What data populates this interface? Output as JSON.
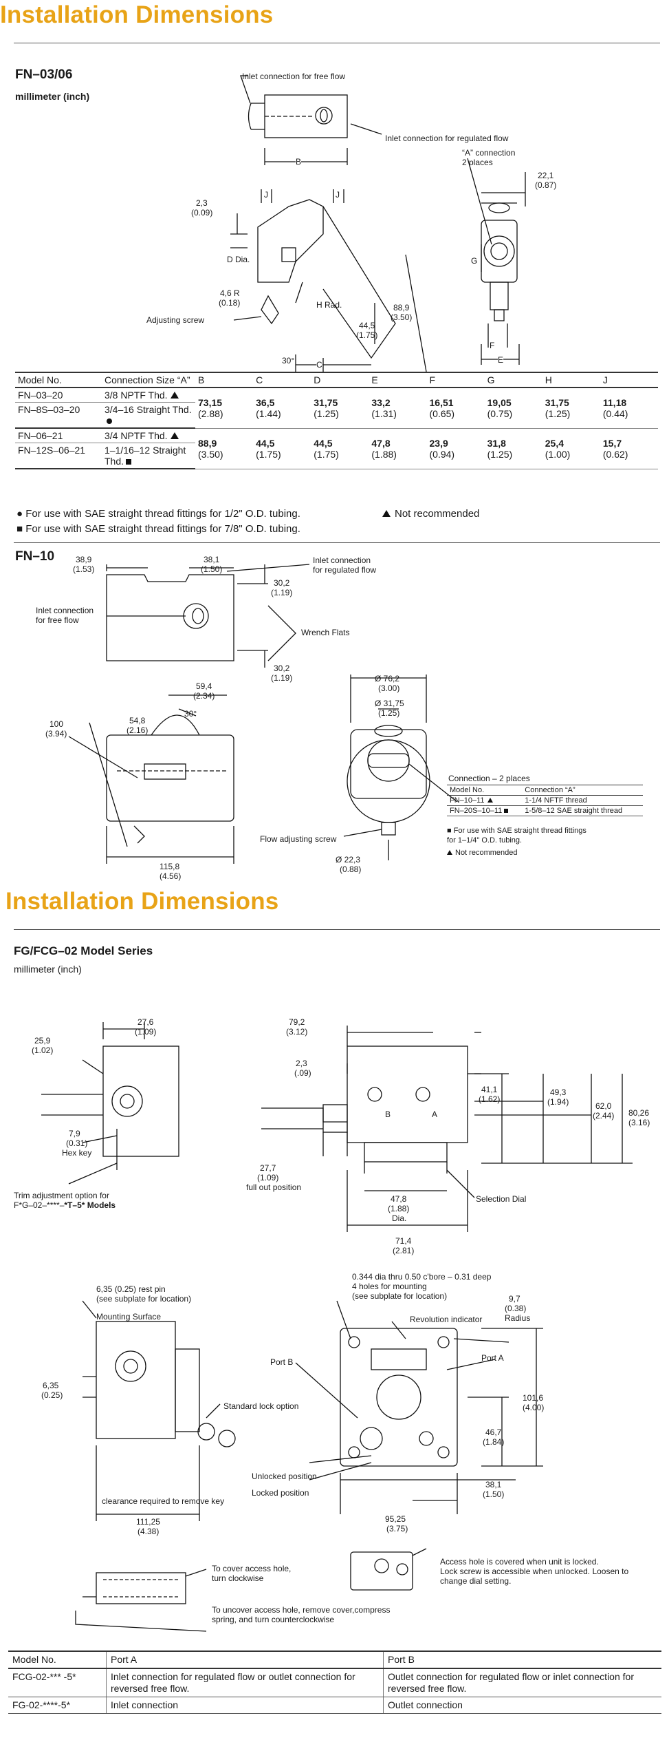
{
  "section1_title": "Installation Dimensions",
  "fn0306": {
    "title": "FN–03/06",
    "units": "millimeter (inch)",
    "labels": {
      "inlet_free": "Inlet connection for free flow",
      "inlet_regulated": "Inlet connection for regulated flow",
      "a_connection": "“A” connection",
      "two_places": "2 places",
      "adjusting_screw": "Adjusting screw",
      "d_dia": "D Dia.",
      "h_rad": "H Rad.",
      "dim_2_3": "2,3",
      "dim_0_09": "(0.09)",
      "dim_4_6r": "4,6 R",
      "dim_0_18": "(0.18)",
      "dim_44_5": "44,5",
      "dim_1_75": "(1.75)",
      "dim_88_9": "88,9",
      "dim_3_50": "(3.50)",
      "dim_22_1": "22,1",
      "dim_0_87": "(0.87)",
      "deg_30": "30°",
      "B": "B",
      "C": "C",
      "J": "J",
      "G": "G",
      "F": "F",
      "E": "E"
    },
    "table": {
      "headers": [
        "Model No.",
        "Connection Size “A”",
        "B",
        "C",
        "D",
        "E",
        "F",
        "G",
        "H",
        "J"
      ],
      "group1": {
        "row1_model": "FN–03–20",
        "row1_conn": "3/8 NPTF Thd.",
        "row2_model": "FN–8S–03–20",
        "row2_conn": "3/4–16 Straight Thd.",
        "values": [
          "73,15",
          "36,5",
          "31,75",
          "33,2",
          "16,51",
          "19,05",
          "31,75",
          "11,18"
        ],
        "inches": [
          "(2.88)",
          "(1.44)",
          "(1.25)",
          "(1.31)",
          "(0.65)",
          "(0.75)",
          "(1.25)",
          "(0.44)"
        ]
      },
      "group2": {
        "row1_model": "FN–06–21",
        "row1_conn": "3/4 NPTF Thd.",
        "row2_model": "FN–12S–06–21",
        "row2_conn": "1–1/16–12 Straight Thd.",
        "values": [
          "88,9",
          "44,5",
          "44,5",
          "47,8",
          "23,9",
          "31,8",
          "25,4",
          "15,7"
        ],
        "inches": [
          "(3.50)",
          "(1.75)",
          "(1.75)",
          "(1.88)",
          "(0.94)",
          "(1.25)",
          "(1.00)",
          "(0.62)"
        ]
      }
    },
    "notes": {
      "n1": "For use with SAE straight thread fittings for 1/2\" O.D. tubing.",
      "n2": "For use with SAE straight thread fittings for 7/8\" O.D. tubing.",
      "n3": "Not recommended"
    }
  },
  "fn10": {
    "title": "FN–10",
    "labels": {
      "dim_38_9": "38,9",
      "dim_1_53": "(1.53)",
      "dim_38_1": "38,1",
      "dim_1_50": "(1.50)",
      "inlet_regulated": "Inlet connection",
      "inlet_regulated2": "for regulated flow",
      "inlet_free": "Inlet connection",
      "inlet_free2": "for free flow",
      "dim_30_2a": "30,2",
      "dim_1_19a": "(1.19)",
      "wrench_flats": "Wrench Flats",
      "dim_30_2b": "30,2",
      "dim_1_19b": "(1.19)",
      "dim_59_4": "59,4",
      "dim_2_34": "(2.34)",
      "dim_54_8": "54,8",
      "dim_2_16": "(2.16)",
      "deg_30": "30°",
      "dim_100": "100",
      "dim_3_94": "(3.94)",
      "dim_115_8": "115,8",
      "dim_4_56": "(4.56)",
      "dim_76_2": "Ø 76,2",
      "dim_3_00": "(3.00)",
      "dim_31_75": "Ø 31,75",
      "dim_1_25": "(1.25)",
      "flow_screw": "Flow adjusting screw",
      "dim_22_3": "Ø  22,3",
      "dim_0_88": "(0.88)",
      "conn_title": "Connection – 2  places",
      "t_model": "Model No.",
      "t_conn": "Connection “A”",
      "t_r1m": "FN–10–11",
      "t_r1c": "1-1/4 NFTF thread",
      "t_r2m": "FN–20S–10–11",
      "t_r2c": "1-5/8–12 SAE straight thread",
      "note1": "For use with SAE straight thread fittings",
      "note1b": "for 1–1/4\" O.D. tubing.",
      "note2": "Not recommended"
    }
  },
  "section2_title": "Installation Dimensions",
  "fg": {
    "title": "FG/FCG–02 Model Series",
    "units": "millimeter (inch)",
    "labels": {
      "dim_25_9": "25,9",
      "dim_1_02": "(1.02)",
      "dim_27_6": "27,6",
      "dim_1_09": "(1.09)",
      "dim_7_9": "7,9",
      "dim_0_31": "(0.31)",
      "hex_key": "Hex key",
      "trim": "Trim adjustment option for",
      "trim2_a": "F*G–02–****–",
      "trim2_b": "*T–5* Models",
      "dim_79_2": "79,2",
      "dim_3_12": "(3.12)",
      "dim_2_3": "2,3",
      "dim_09": "(.09)",
      "B": "B",
      "A": "A",
      "dim_41_1": "41,1",
      "dim_1_62": "(1.62)",
      "dim_49_3": "49,3",
      "dim_1_94": "(1.94)",
      "dim_62_0": "62,0",
      "dim_2_44": "(2.44)",
      "dim_80_26": "80,26",
      "dim_3_16": "(3.16)",
      "dim_27_7": "27,7",
      "dim_1_09b": "(1.09)",
      "full_out": "full out position",
      "dim_47_8": "47,8",
      "dim_1_88": "(1.88)",
      "dia": "Dia.",
      "selection_dial": "Selection Dial",
      "dim_71_4": "71,4",
      "dim_2_81": "(2.81)",
      "rest_pin": "6,35 (0.25) rest pin",
      "rest_pin2": "(see subplate for location)",
      "mounting_surface": "Mounting Surface",
      "dim_6_35": "6,35",
      "dim_0_25": "(0.25)",
      "std_lock": "Standard lock option",
      "clearance": "clearance required to remove key",
      "dim_111_25": "111,25",
      "dim_4_38": "(4.38)",
      "holes1": "0.344 dia thru 0.50 c'bore – 0.31 deep",
      "holes2": "4 holes for mounting",
      "holes3": "(see subplate for location)",
      "rev_ind": "Revolution indicator",
      "dim_9_7": "9,7",
      "dim_0_38": "(0.38)",
      "radius": "Radius",
      "port_b": "Port B",
      "port_a": "Port A",
      "dim_101_6": "101,6",
      "dim_4_00": "(4.00)",
      "dim_46_7": "46,7",
      "dim_1_84": "(1.84)",
      "unlocked": "Unlocked position",
      "locked": "Locked position",
      "dim_38_1": "38,1",
      "dim_1_50": "(1.50)",
      "dim_95_25": "95,25",
      "dim_3_75": "(3.75)",
      "cover1": "To cover access hole,",
      "cover2": "turn clockwise",
      "access1": "Access hole is covered when unit is locked.",
      "access2": "Lock screw is accessible when unlocked. Loosen to",
      "access3": "change dial setting.",
      "uncover1": "To uncover access hole, remove cover,compress",
      "uncover2": "spring, and turn counterclockwise"
    },
    "table": {
      "h1": "Model  No.",
      "h2": "Port A",
      "h3": "Port B",
      "r1m": "FCG-02-*** -5*",
      "r1a": "Inlet connection for regulated flow or outlet connection for reversed free flow.",
      "r1b": "Outlet connection for regulated flow or inlet connection for reversed free flow.",
      "r2m": "FG-02-****-5*",
      "r2a": "Inlet connection",
      "r2b": "Outlet connection"
    }
  }
}
